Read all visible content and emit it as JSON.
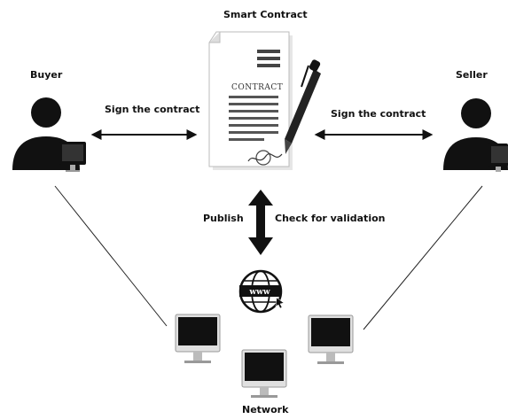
{
  "diagram": {
    "title": "Smart Contract",
    "document_heading": "CONTRACT",
    "buyer_label": "Buyer",
    "seller_label": "Seller",
    "left_arrow_label": "Sign the contract",
    "right_arrow_label": "Sign the contract",
    "publish_label": "Publish",
    "validation_label": "Check for validation",
    "network_label": "Network",
    "globe_text": "www"
  },
  "colors": {
    "ink": "#111111",
    "paper": "#ffffff",
    "paper_shadow": "#dddddd",
    "screen": "#222222",
    "stand": "#bbbbbb"
  },
  "icons": [
    "user-icon",
    "monitor-icon",
    "contract-document-icon",
    "pen-icon",
    "globe-www-icon",
    "double-arrow-icon"
  ]
}
